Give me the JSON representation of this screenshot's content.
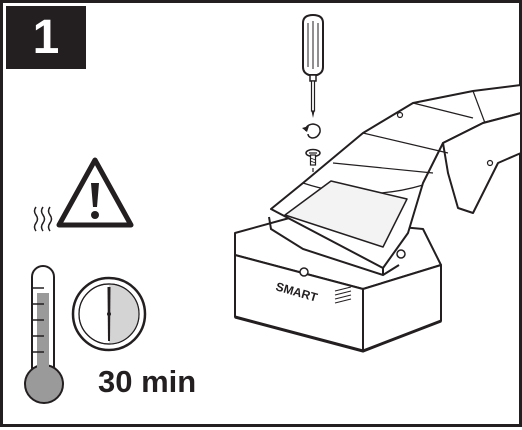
{
  "step": {
    "number": "1"
  },
  "timer": {
    "label": "30 min"
  },
  "device": {
    "logo_text": "SMART"
  },
  "colors": {
    "ink": "#231f20",
    "hot": "#9a9a9a",
    "dial_shade": "#d4d4d4",
    "panel": "#f3f3f3"
  },
  "icons": {
    "warning": "warning-triangle-icon",
    "thermometer": "thermometer-icon",
    "clock": "clock-icon",
    "screwdriver": "screwdriver-icon",
    "rotation": "counterclockwise-arrow-icon",
    "screw": "screw-icon"
  }
}
